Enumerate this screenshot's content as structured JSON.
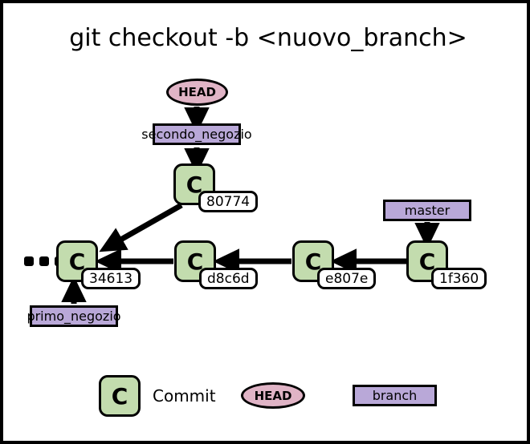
{
  "diagram": {
    "title": "git checkout -b <nuovo_branch>",
    "colors": {
      "commit_fill": "#c3dcae",
      "branch_fill": "#b9a8d8",
      "head_fill": "#e0b4c6",
      "stroke": "#000000",
      "background": "#ffffff"
    },
    "commit_glyph": "C",
    "head_label": "HEAD",
    "ellipsis_dots": 3,
    "branches": [
      {
        "name": "secondo-branch-label",
        "label": "secondo_negozio"
      },
      {
        "name": "primo-branch-label",
        "label": "primo_negozio"
      },
      {
        "name": "master-branch-label",
        "label": "master"
      }
    ],
    "commits": [
      {
        "id": "top",
        "glyph": "C",
        "hash": "80774"
      },
      {
        "id": "c1",
        "glyph": "C",
        "hash": "34613"
      },
      {
        "id": "c2",
        "glyph": "C",
        "hash": "d8c6d"
      },
      {
        "id": "c3",
        "glyph": "C",
        "hash": "e807e"
      },
      {
        "id": "c4",
        "glyph": "C",
        "hash": "1f360"
      }
    ],
    "legend": [
      {
        "key": "commit",
        "glyph": "C",
        "label": "Commit"
      },
      {
        "key": "head",
        "label": "HEAD"
      },
      {
        "key": "branch",
        "label": "branch"
      }
    ]
  }
}
